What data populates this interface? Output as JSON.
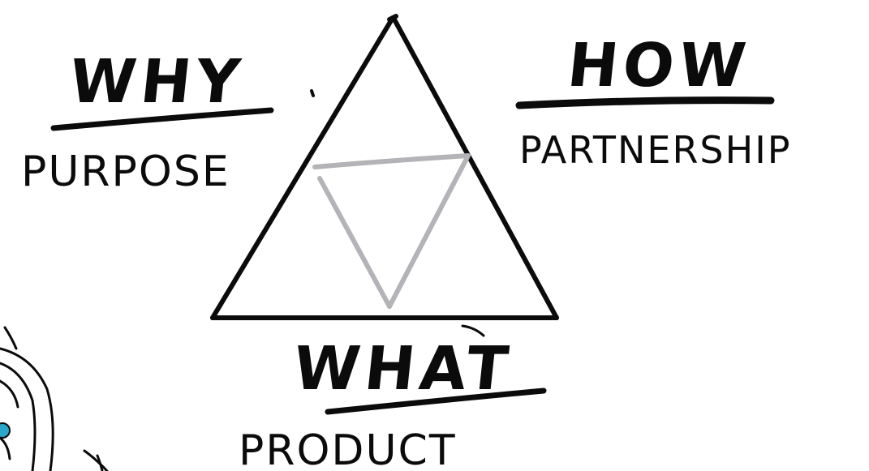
{
  "labels": {
    "why": "WHY",
    "purpose": "PURPOSE",
    "how": "HOW",
    "partnership": "PARTNERSHIP",
    "what": "WHAT",
    "product": "PRODUCT"
  },
  "colors": {
    "ink": "#0b0b0b",
    "inner_triangle": "#b3b3b8",
    "eye_accent": "#2aa7c9"
  }
}
